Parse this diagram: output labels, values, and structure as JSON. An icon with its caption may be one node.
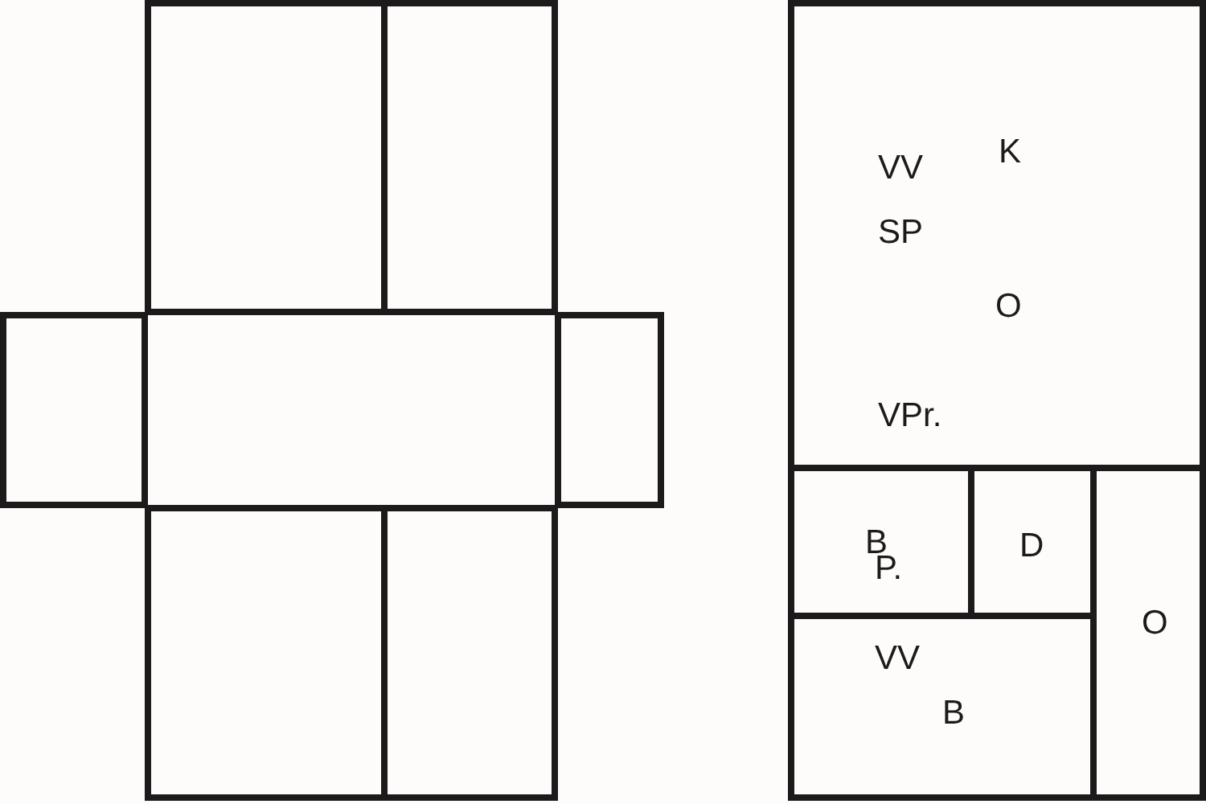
{
  "diagram": {
    "nodes": [
      {
        "text": [],
        "shape": "box"
      },
      {
        "text": [],
        "shape": "box"
      },
      {
        "text": [],
        "shape": "box"
      },
      {
        "text": [],
        "shape": "box"
      },
      {
        "text": [],
        "shape": "box"
      },
      {
        "text": [],
        "shape": "box"
      },
      {
        "text": [],
        "shape": "box"
      },
      {
        "text": [
          "VV",
          "K",
          "SP",
          "O",
          "VPr."
        ]
      },
      {
        "text": [
          "B",
          "P."
        ]
      },
      {
        "text": [
          "D"
        ]
      },
      {
        "text": [
          "O"
        ]
      },
      {
        "text": [
          "VV",
          "B"
        ]
      }
    ]
  }
}
